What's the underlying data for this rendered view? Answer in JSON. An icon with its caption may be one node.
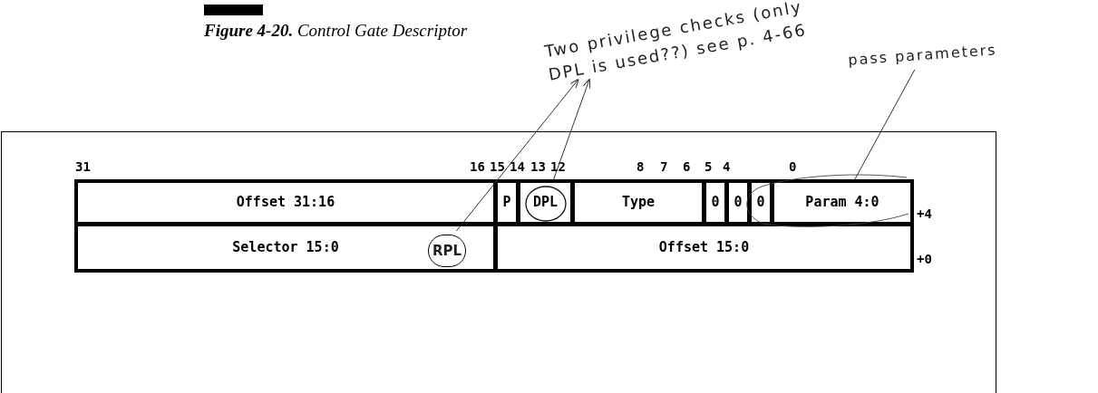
{
  "diagram": {
    "title": "**Figure 4-20.** Control Gate Descriptor",
    "nodes": [
      {
        "text": [
          "Offset 31:16"
        ]
      },
      {
        "text": [
          "P"
        ]
      },
      {
        "text": [
          "DPL"
        ]
      },
      {
        "text": [
          "Type"
        ]
      },
      {
        "text": [
          "0"
        ]
      },
      {
        "text": [
          "0"
        ]
      },
      {
        "text": [
          "0"
        ]
      },
      {
        "text": [
          "Param 4:0"
        ]
      },
      {
        "text": [
          "Selector 15:0"
        ]
      },
      {
        "text": [
          "Offset 15:0"
        ]
      },
      {
        "text": [
          "Two privilege checks (only DPL is used??) see p. 4-66"
        ]
      },
      {
        "text": [
          "RPL"
        ],
        "in": 8
      },
      {
        "text": [
          "pass parameters"
        ]
      }
    ],
    "edges": [
      {
        "from": 11,
        "to": 10,
        "arrow": "to"
      },
      {
        "from": 2,
        "to": 10,
        "arrow": "to"
      },
      {
        "from": 12,
        "to": 7,
        "arrow": "none"
      }
    ],
    "labels": [
      "31",
      "16",
      "15",
      "14",
      "13",
      "12",
      "8",
      "7",
      "6",
      "5",
      "4",
      "0",
      "+4",
      "+0"
    ]
  }
}
